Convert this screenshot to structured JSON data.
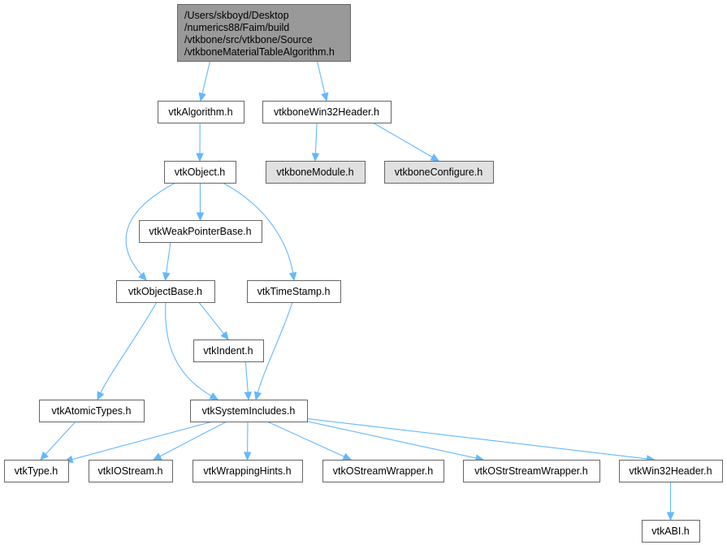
{
  "colors": {
    "root_fill": "#999999",
    "node_fill": "#ffffff",
    "gray_fill": "#e0e0e0",
    "border": "#666666",
    "edge": "#63b8ff"
  },
  "nodes": [
    {
      "id": "root",
      "lines": [
        "/Users/skboyd/Desktop",
        "/numerics88/Faim/build",
        "/vtkbone/src/vtkbone/Source",
        "/vtkboneMaterialTableAlgorithm.h"
      ],
      "style": "root"
    },
    {
      "id": "vtkAlgorithm",
      "lines": [
        "vtkAlgorithm.h"
      ],
      "style": "normal"
    },
    {
      "id": "vtkboneWin32Header",
      "lines": [
        "vtkboneWin32Header.h"
      ],
      "style": "normal"
    },
    {
      "id": "vtkObject",
      "lines": [
        "vtkObject.h"
      ],
      "style": "normal"
    },
    {
      "id": "vtkboneModule",
      "lines": [
        "vtkboneModule.h"
      ],
      "style": "gray"
    },
    {
      "id": "vtkboneConfigure",
      "lines": [
        "vtkboneConfigure.h"
      ],
      "style": "gray"
    },
    {
      "id": "vtkWeakPointerBase",
      "lines": [
        "vtkWeakPointerBase.h"
      ],
      "style": "normal"
    },
    {
      "id": "vtkObjectBase",
      "lines": [
        "vtkObjectBase.h"
      ],
      "style": "normal"
    },
    {
      "id": "vtkTimeStamp",
      "lines": [
        "vtkTimeStamp.h"
      ],
      "style": "normal"
    },
    {
      "id": "vtkIndent",
      "lines": [
        "vtkIndent.h"
      ],
      "style": "normal"
    },
    {
      "id": "vtkAtomicTypes",
      "lines": [
        "vtkAtomicTypes.h"
      ],
      "style": "normal"
    },
    {
      "id": "vtkSystemIncludes",
      "lines": [
        "vtkSystemIncludes.h"
      ],
      "style": "normal"
    },
    {
      "id": "vtkType",
      "lines": [
        "vtkType.h"
      ],
      "style": "normal"
    },
    {
      "id": "vtkIOStream",
      "lines": [
        "vtkIOStream.h"
      ],
      "style": "normal"
    },
    {
      "id": "vtkWrappingHints",
      "lines": [
        "vtkWrappingHints.h"
      ],
      "style": "normal"
    },
    {
      "id": "vtkOStreamWrapper",
      "lines": [
        "vtkOStreamWrapper.h"
      ],
      "style": "normal"
    },
    {
      "id": "vtkOStrStreamWrapper",
      "lines": [
        "vtkOStrStreamWrapper.h"
      ],
      "style": "normal"
    },
    {
      "id": "vtkWin32Header",
      "lines": [
        "vtkWin32Header.h"
      ],
      "style": "normal"
    },
    {
      "id": "vtkABI",
      "lines": [
        "vtkABI.h"
      ],
      "style": "normal"
    }
  ],
  "edges": [
    {
      "from": "root",
      "to": "vtkAlgorithm"
    },
    {
      "from": "root",
      "to": "vtkboneWin32Header"
    },
    {
      "from": "vtkAlgorithm",
      "to": "vtkObject"
    },
    {
      "from": "vtkboneWin32Header",
      "to": "vtkboneModule"
    },
    {
      "from": "vtkboneWin32Header",
      "to": "vtkboneConfigure"
    },
    {
      "from": "vtkObject",
      "to": "vtkWeakPointerBase"
    },
    {
      "from": "vtkObject",
      "to": "vtkObjectBase"
    },
    {
      "from": "vtkObject",
      "to": "vtkTimeStamp"
    },
    {
      "from": "vtkWeakPointerBase",
      "to": "vtkObjectBase"
    },
    {
      "from": "vtkObjectBase",
      "to": "vtkIndent"
    },
    {
      "from": "vtkObjectBase",
      "to": "vtkAtomicTypes"
    },
    {
      "from": "vtkObjectBase",
      "to": "vtkSystemIncludes"
    },
    {
      "from": "vtkTimeStamp",
      "to": "vtkSystemIncludes"
    },
    {
      "from": "vtkIndent",
      "to": "vtkSystemIncludes"
    },
    {
      "from": "vtkAtomicTypes",
      "to": "vtkType"
    },
    {
      "from": "vtkSystemIncludes",
      "to": "vtkType"
    },
    {
      "from": "vtkSystemIncludes",
      "to": "vtkIOStream"
    },
    {
      "from": "vtkSystemIncludes",
      "to": "vtkWrappingHints"
    },
    {
      "from": "vtkSystemIncludes",
      "to": "vtkOStreamWrapper"
    },
    {
      "from": "vtkSystemIncludes",
      "to": "vtkOStrStreamWrapper"
    },
    {
      "from": "vtkSystemIncludes",
      "to": "vtkWin32Header"
    },
    {
      "from": "vtkWin32Header",
      "to": "vtkABI"
    }
  ]
}
